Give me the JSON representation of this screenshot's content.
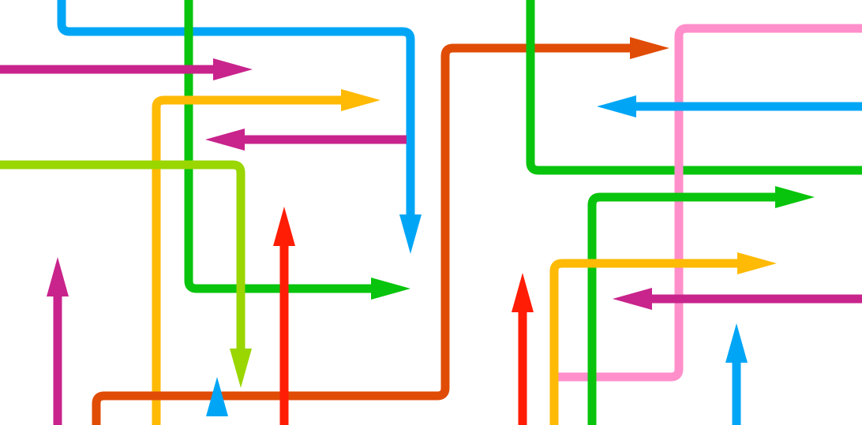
{
  "illustration": {
    "background_color": "#ffffff",
    "palette": {
      "blue": "#00a6f5",
      "green": "#08c40c",
      "magenta": "#c8248c",
      "orange_red": "#e04c06",
      "yellow": "#ffba05",
      "lime": "#9ad600",
      "red": "#ff1d05",
      "pink": "#ff8fcb"
    },
    "arrows": [
      {
        "name": "blue-elbow-down-arrow",
        "color": "blue",
        "head": "down"
      },
      {
        "name": "green-vertical-to-right-arrow",
        "color": "green",
        "head": "right"
      },
      {
        "name": "magenta-top-left-right-arrow",
        "color": "magenta",
        "head": "right"
      },
      {
        "name": "yellow-elbow-right-arrow",
        "color": "yellow",
        "head": "right"
      },
      {
        "name": "magenta-center-left-arrow",
        "color": "magenta",
        "head": "left"
      },
      {
        "name": "lime-elbow-down-arrow",
        "color": "lime",
        "head": "down"
      },
      {
        "name": "orange-red-long-path-arrow",
        "color": "orange_red",
        "head": "right"
      },
      {
        "name": "red-left-up-arrow",
        "color": "red",
        "head": "up"
      },
      {
        "name": "magenta-bottom-left-up-arrow",
        "color": "magenta",
        "head": "up"
      },
      {
        "name": "green-top-right-elbow-line",
        "color": "green",
        "head": "none"
      },
      {
        "name": "pink-frame-line",
        "color": "pink",
        "head": "none"
      },
      {
        "name": "blue-right-left-arrow",
        "color": "blue",
        "head": "left"
      },
      {
        "name": "green-right-elbow-arrow",
        "color": "green",
        "head": "right"
      },
      {
        "name": "yellow-right-elbow-arrow",
        "color": "yellow",
        "head": "right"
      },
      {
        "name": "magenta-right-left-arrow",
        "color": "magenta",
        "head": "left"
      },
      {
        "name": "red-center-up-arrow",
        "color": "red",
        "head": "up"
      },
      {
        "name": "blue-bottom-right-up-arrow",
        "color": "blue",
        "head": "up"
      },
      {
        "name": "blue-bottom-left-partial-arrow",
        "color": "blue",
        "head": "up"
      }
    ]
  }
}
